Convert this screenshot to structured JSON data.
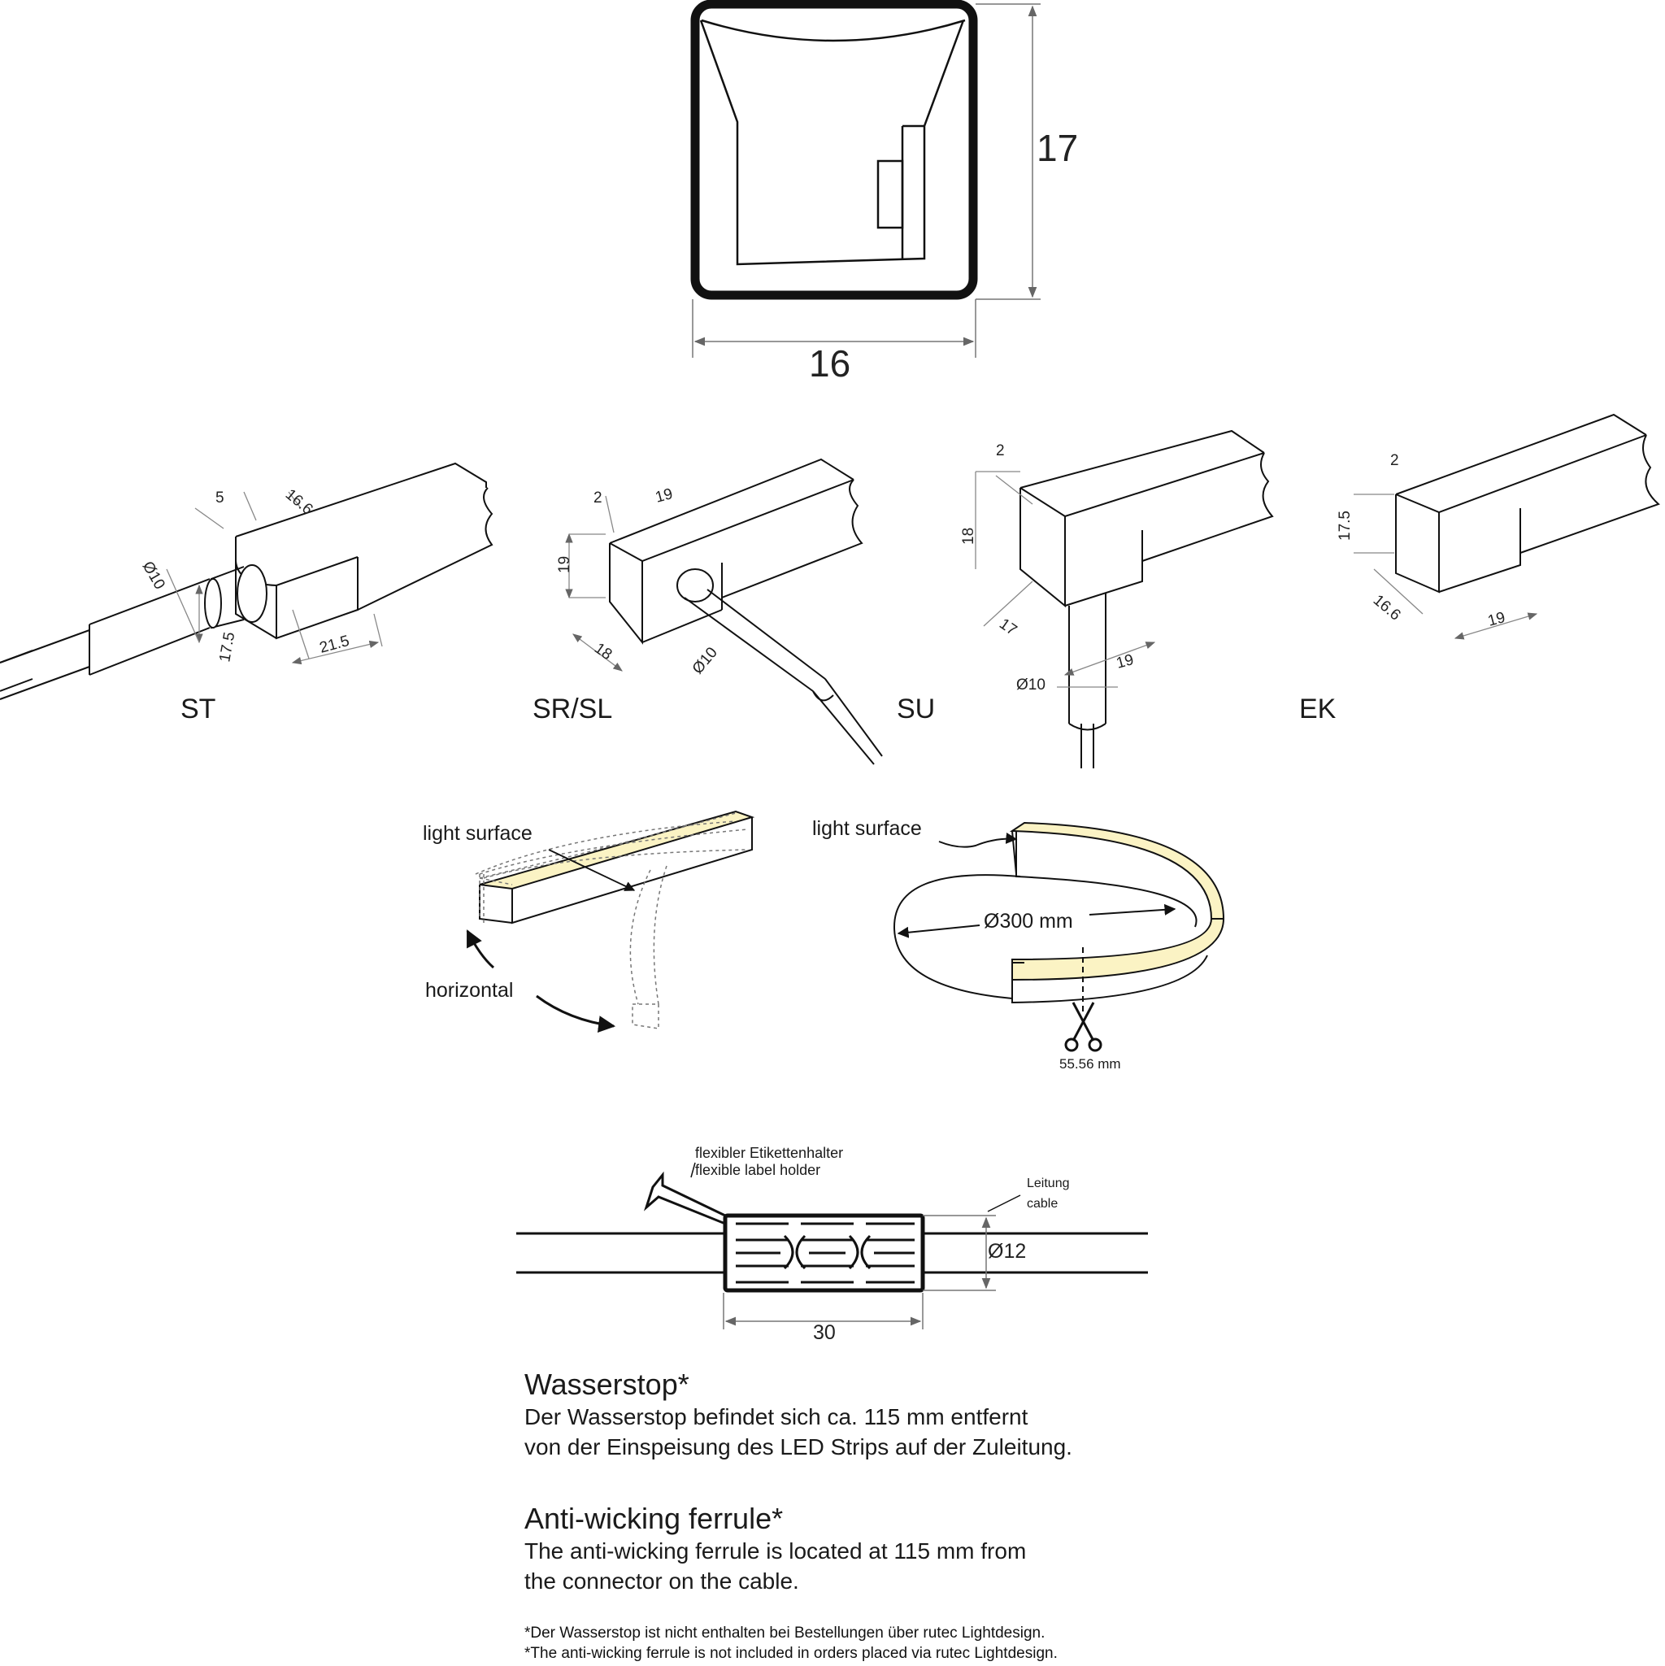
{
  "profile": {
    "width": "16",
    "height": "17"
  },
  "variants": [
    {
      "code": "ST",
      "dims": [
        "5",
        "16.6",
        "Ø10",
        "17.5",
        "21.5"
      ]
    },
    {
      "code": "SR/SL",
      "dims": [
        "2",
        "19",
        "19",
        "18",
        "Ø10"
      ]
    },
    {
      "code": "SU",
      "dims": [
        "2",
        "18",
        "17",
        "19",
        "Ø10"
      ]
    },
    {
      "code": "EK",
      "dims": [
        "2",
        "17.5",
        "16.6",
        "19"
      ]
    }
  ],
  "bending": {
    "light_surface": "light surface",
    "direction": "horizontal",
    "diameter": "Ø300 mm",
    "cut_interval": "55.56 mm"
  },
  "ferrule": {
    "label_de": "flexibler Etikettenhalter",
    "label_en": "flexible label holder",
    "cable_de": "Leitung",
    "cable_en": "cable",
    "diameter": "Ø12",
    "length": "30"
  },
  "notes": {
    "de_title": "Wasserstop*",
    "de_line1": "Der Wasserstop befindet sich ca. 115 mm entfernt",
    "de_line2": "von der Einspeisung des LED Strips auf der Zuleitung.",
    "en_title": "Anti-wicking ferrule*",
    "en_line1": "The anti-wicking ferrule is located at 115 mm from",
    "en_line2": "the connector on the cable.",
    "fn_de": "*Der Wasserstop ist nicht enthalten bei Bestellungen über rutec Lightdesign.",
    "fn_en": "*The anti-wicking ferrule is not included in orders placed via rutec Lightdesign."
  },
  "colors": {
    "light_surface": "#fbf3c4",
    "dimension_line": "#7a7a7a",
    "outline": "#1a1a1a"
  }
}
